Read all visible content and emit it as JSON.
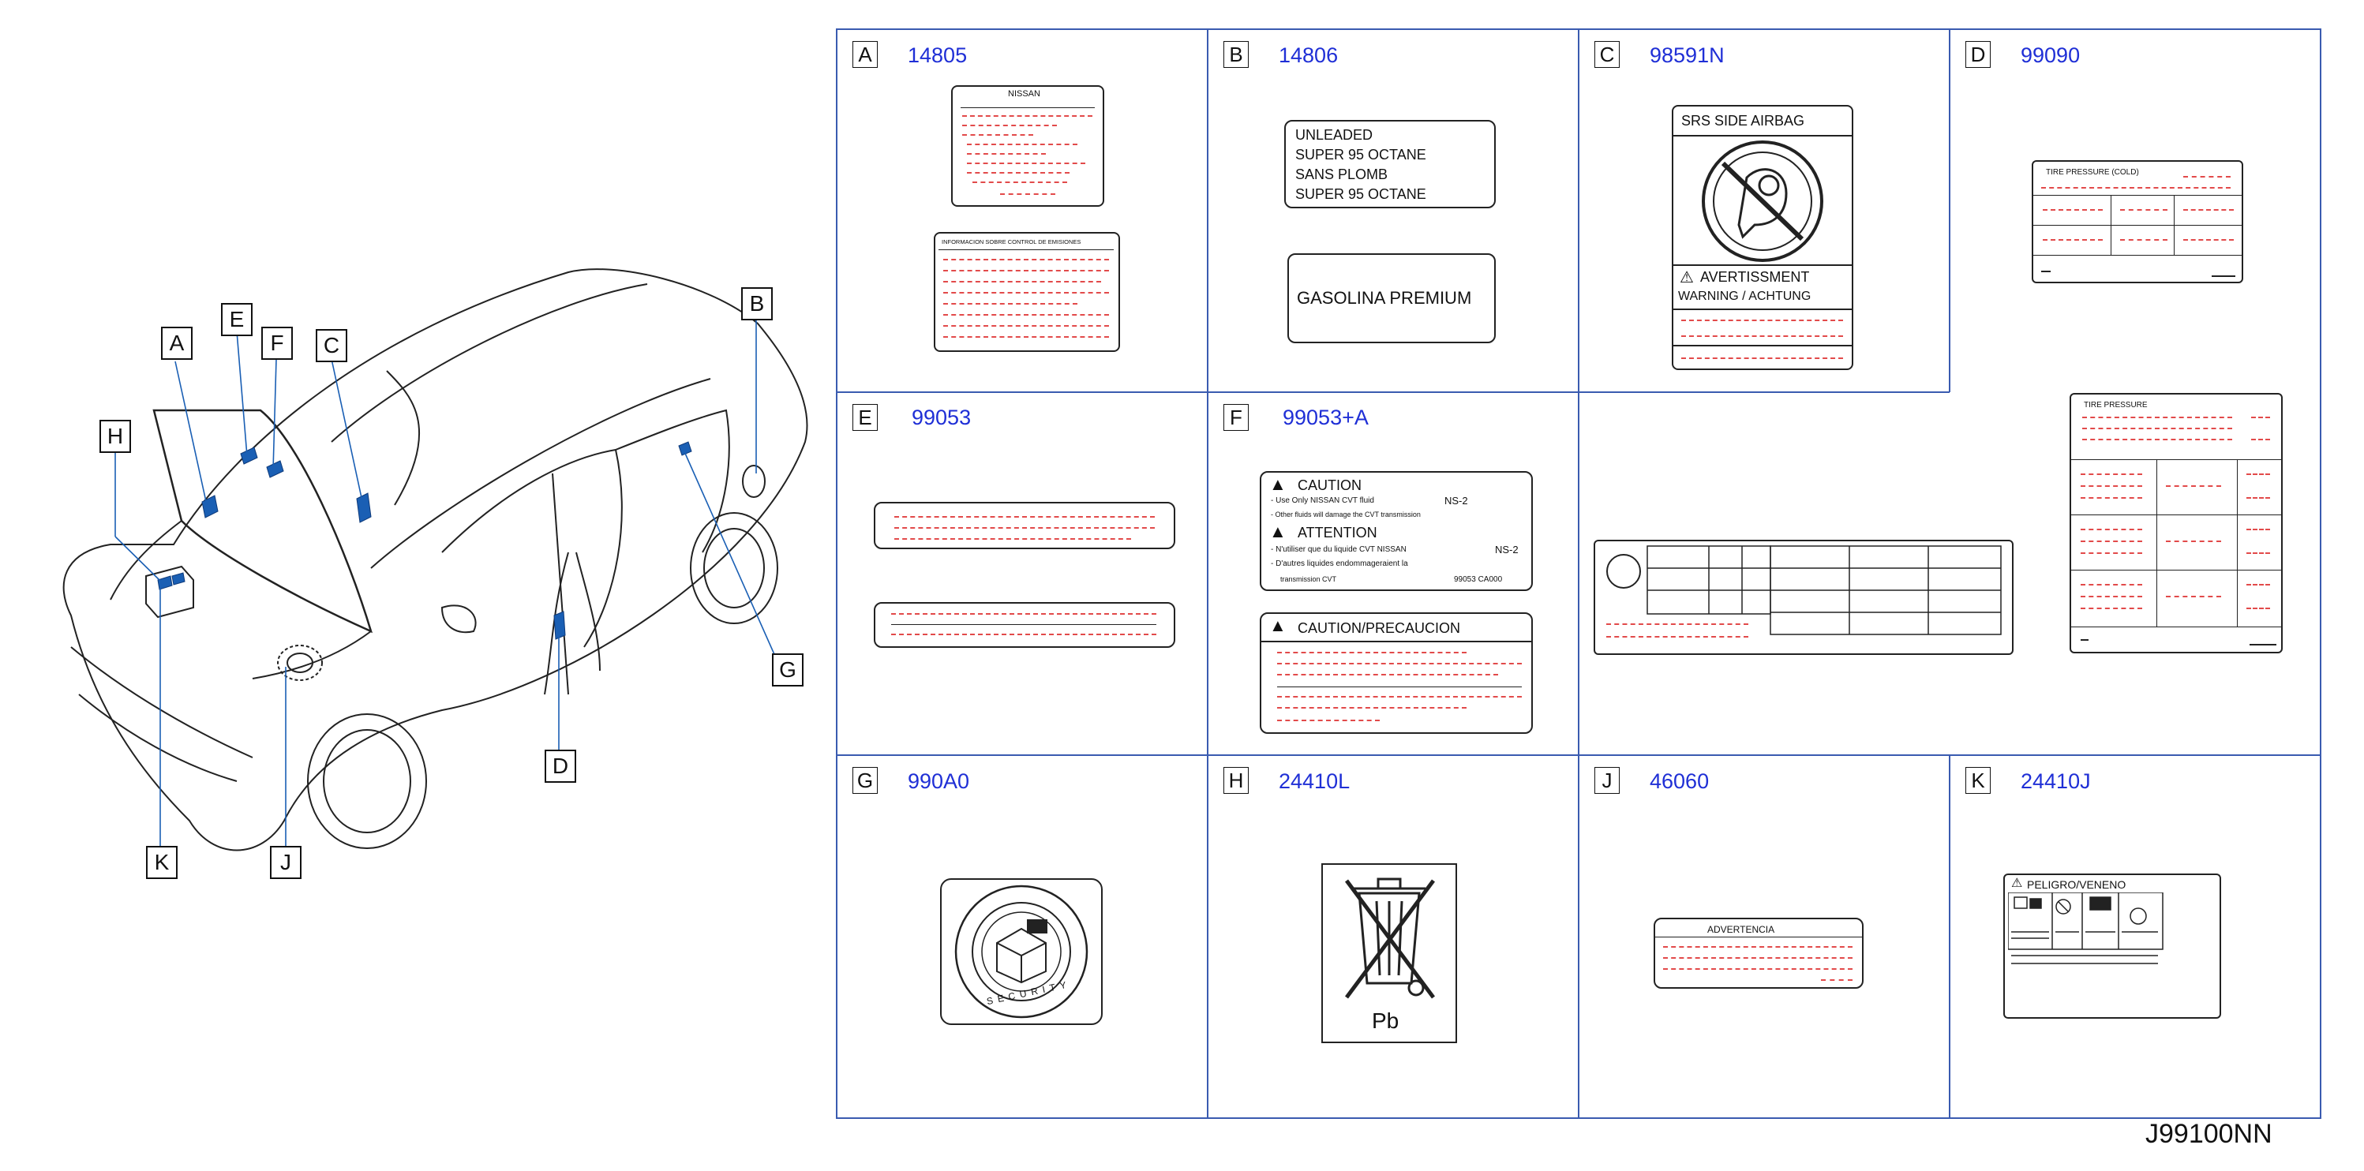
{
  "diagram_code": "J99100NN",
  "callouts": [
    "A",
    "B",
    "C",
    "D",
    "E",
    "F",
    "G",
    "H",
    "J",
    "K"
  ],
  "cells": [
    {
      "letter": "A",
      "part": "14805"
    },
    {
      "letter": "B",
      "part": "14806"
    },
    {
      "letter": "C",
      "part": "98591N"
    },
    {
      "letter": "D",
      "part": "99090"
    },
    {
      "letter": "E",
      "part": "99053"
    },
    {
      "letter": "F",
      "part": "99053+A"
    },
    {
      "letter": "G",
      "part": "990A0"
    },
    {
      "letter": "H",
      "part": "24410L"
    },
    {
      "letter": "J",
      "part": "46060"
    },
    {
      "letter": "K",
      "part": "24410J"
    }
  ],
  "labels": {
    "a_top": "NISSAN",
    "a_bottom": "INFORMACION   SOBRE   CONTROL   DE   EMISIONES",
    "b_fuel_lines": [
      "UNLEADED",
      "SUPER   95   OCTANE",
      "SANS   PLOMB",
      "SUPER   95   OCTANE"
    ],
    "b_premium": "GASOLINA   PREMIUM",
    "c_title": "SRS   SIDE   AIRBAG",
    "c_warn1": "AVERTISSMENT",
    "c_warn2": "WARNING   /   ACHTUNG",
    "d_small": "TIRE     PRESSURE       (COLD)",
    "d_large": "TIRE     PRESSURE",
    "f_caution": "CAUTION",
    "f_line1": "- Use     Only     NISSAN     CVT     fluid",
    "f_ns2": "NS-2",
    "f_line2": "- Other     fluids     will     damage     the     CVT     transmission",
    "f_attention": "ATTENTION",
    "f_line3": "- N'utiliser     que     du     liquide     CVT     NISSAN",
    "f_line4": "- D'autres     liquides     endommageraient     la",
    "f_line5": "transmission      CVT",
    "f_code": "99053     CA000",
    "f_precaucion": "CAUTION/PRECAUCION",
    "g_security": "SECURITY",
    "h_pb": "Pb",
    "j_title": "ADVERTENCIA",
    "k_title": "PELIGRO/VENENO"
  }
}
